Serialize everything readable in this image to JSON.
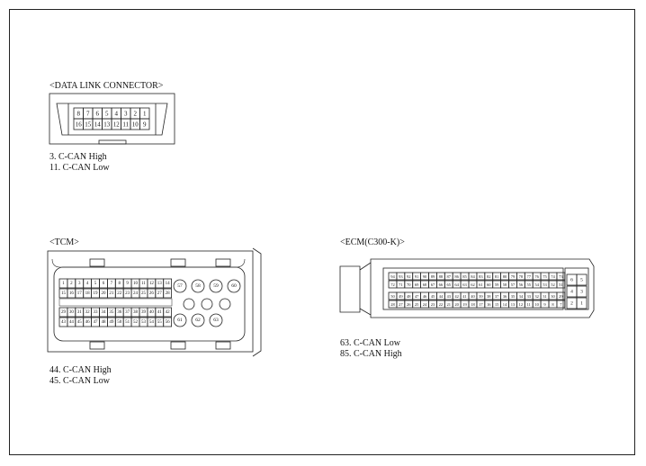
{
  "dlc": {
    "title": "<DATA LINK CONNECTOR>",
    "top_row": [
      "8",
      "7",
      "6",
      "5",
      "4",
      "3",
      "2",
      "1"
    ],
    "bottom_row": [
      "16",
      "15",
      "14",
      "13",
      "12",
      "11",
      "10",
      "9"
    ],
    "pins": [
      "3.  C-CAN High",
      "11.  C-CAN Low"
    ]
  },
  "tcm": {
    "title": "<TCM>",
    "pins": [
      "44.  C-CAN High",
      "45.  C-CAN Low"
    ],
    "left_rows": [
      [
        "1",
        "2",
        "3",
        "4",
        "5",
        "6",
        "7",
        "8",
        "9",
        "10",
        "11",
        "12",
        "13",
        "14"
      ],
      [
        "15",
        "16",
        "17",
        "18",
        "19",
        "20",
        "21",
        "22",
        "23",
        "24",
        "25",
        "26",
        "27",
        "28"
      ],
      [
        "29",
        "30",
        "31",
        "32",
        "33",
        "34",
        "35",
        "36",
        "37",
        "38",
        "39",
        "40",
        "41",
        "42"
      ],
      [
        "43",
        "44",
        "45",
        "46",
        "47",
        "48",
        "49",
        "50",
        "51",
        "52",
        "53",
        "54",
        "55",
        "56"
      ]
    ],
    "right_top": [
      "57",
      "58",
      "59",
      "60"
    ],
    "right_bottom": [
      "61",
      "62",
      "63"
    ]
  },
  "ecm": {
    "title": "<ECM(C300-K)>",
    "pins": [
      "63.  C-CAN Low",
      "85.  C-CAN High"
    ],
    "rows": [
      [
        "94",
        "93",
        "92",
        "91",
        "90",
        "89",
        "88",
        "87",
        "86",
        "85",
        "84",
        "83",
        "82",
        "81",
        "80",
        "79",
        "78",
        "77",
        "76",
        "75",
        "74",
        "73"
      ],
      [
        "72",
        "71",
        "70",
        "69",
        "68",
        "67",
        "66",
        "65",
        "64",
        "63",
        "62",
        "61",
        "60",
        "59",
        "58",
        "57",
        "56",
        "55",
        "54",
        "53",
        "52",
        "51"
      ],
      [
        "50",
        "49",
        "48",
        "47",
        "46",
        "45",
        "44",
        "43",
        "42",
        "41",
        "40",
        "39",
        "38",
        "37",
        "36",
        "35",
        "34",
        "33",
        "32",
        "31",
        "30",
        "29"
      ],
      [
        "28",
        "27",
        "26",
        "25",
        "24",
        "23",
        "22",
        "21",
        "20",
        "19",
        "18",
        "17",
        "16",
        "15",
        "14",
        "13",
        "12",
        "11",
        "10",
        "9",
        "8",
        "7"
      ]
    ],
    "side_pins": [
      [
        "6",
        "5"
      ],
      [
        "4",
        "3"
      ],
      [
        "2",
        "1"
      ]
    ]
  }
}
